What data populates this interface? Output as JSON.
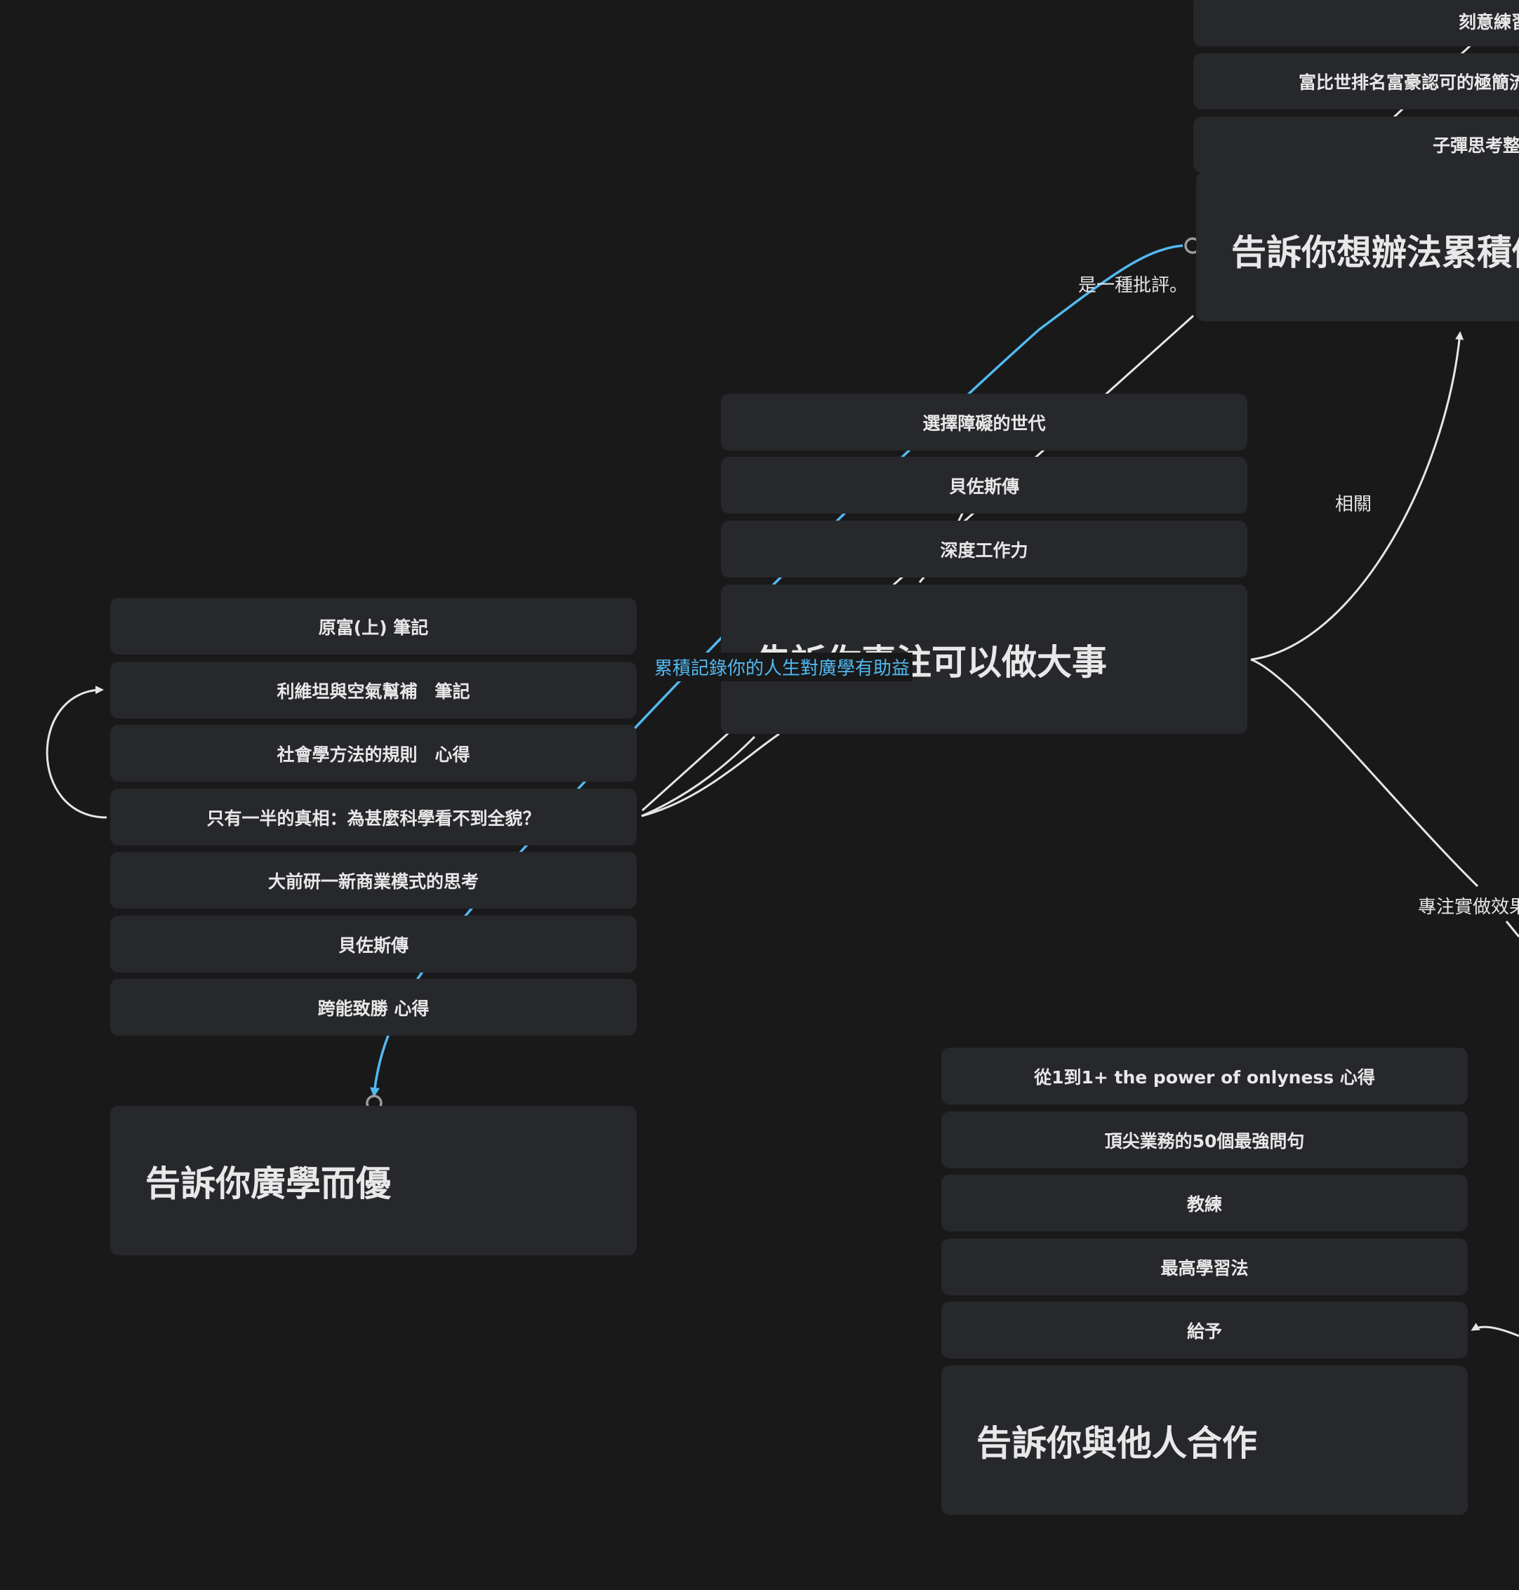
{
  "groups": {
    "upper_right": {
      "items": [
        "刻意練習",
        "富比世排名富豪認可的極簡流",
        "子彈思考整理術"
      ],
      "title": "告訴你想辦法累積價"
    },
    "center": {
      "items": [
        "選擇障礙的世代",
        "貝佐斯傳",
        "深度工作力"
      ],
      "title": "告訴你專注可以做大事"
    },
    "left": {
      "items": [
        "原富(上) 筆記",
        "利維坦與空氣幫補　筆記",
        "社會學方法的規則　心得",
        "只有一半的真相：為甚麼科學看不到全貌？",
        "大前研一新商業模式的思考",
        "貝佐斯傳",
        "跨能致勝 心得"
      ],
      "title": "告訴你廣學而優"
    },
    "lower_right": {
      "items": [
        "從1到1+ the power of onlyness 心得",
        "頂尖業務的50個最強問句",
        "教練",
        "最高學習法",
        "給予"
      ],
      "title": "告訴你與他人合作"
    }
  },
  "edge_labels": {
    "critique": "是一種批評。",
    "related": "相關",
    "focus": "專注實做效果",
    "accumulate": "累積記錄你的人生對廣學有助益"
  },
  "colors": {
    "background": "#19191a",
    "card": "#27282c",
    "edge": "#e6e6e6",
    "highlight_edge": "#52b9f1"
  }
}
